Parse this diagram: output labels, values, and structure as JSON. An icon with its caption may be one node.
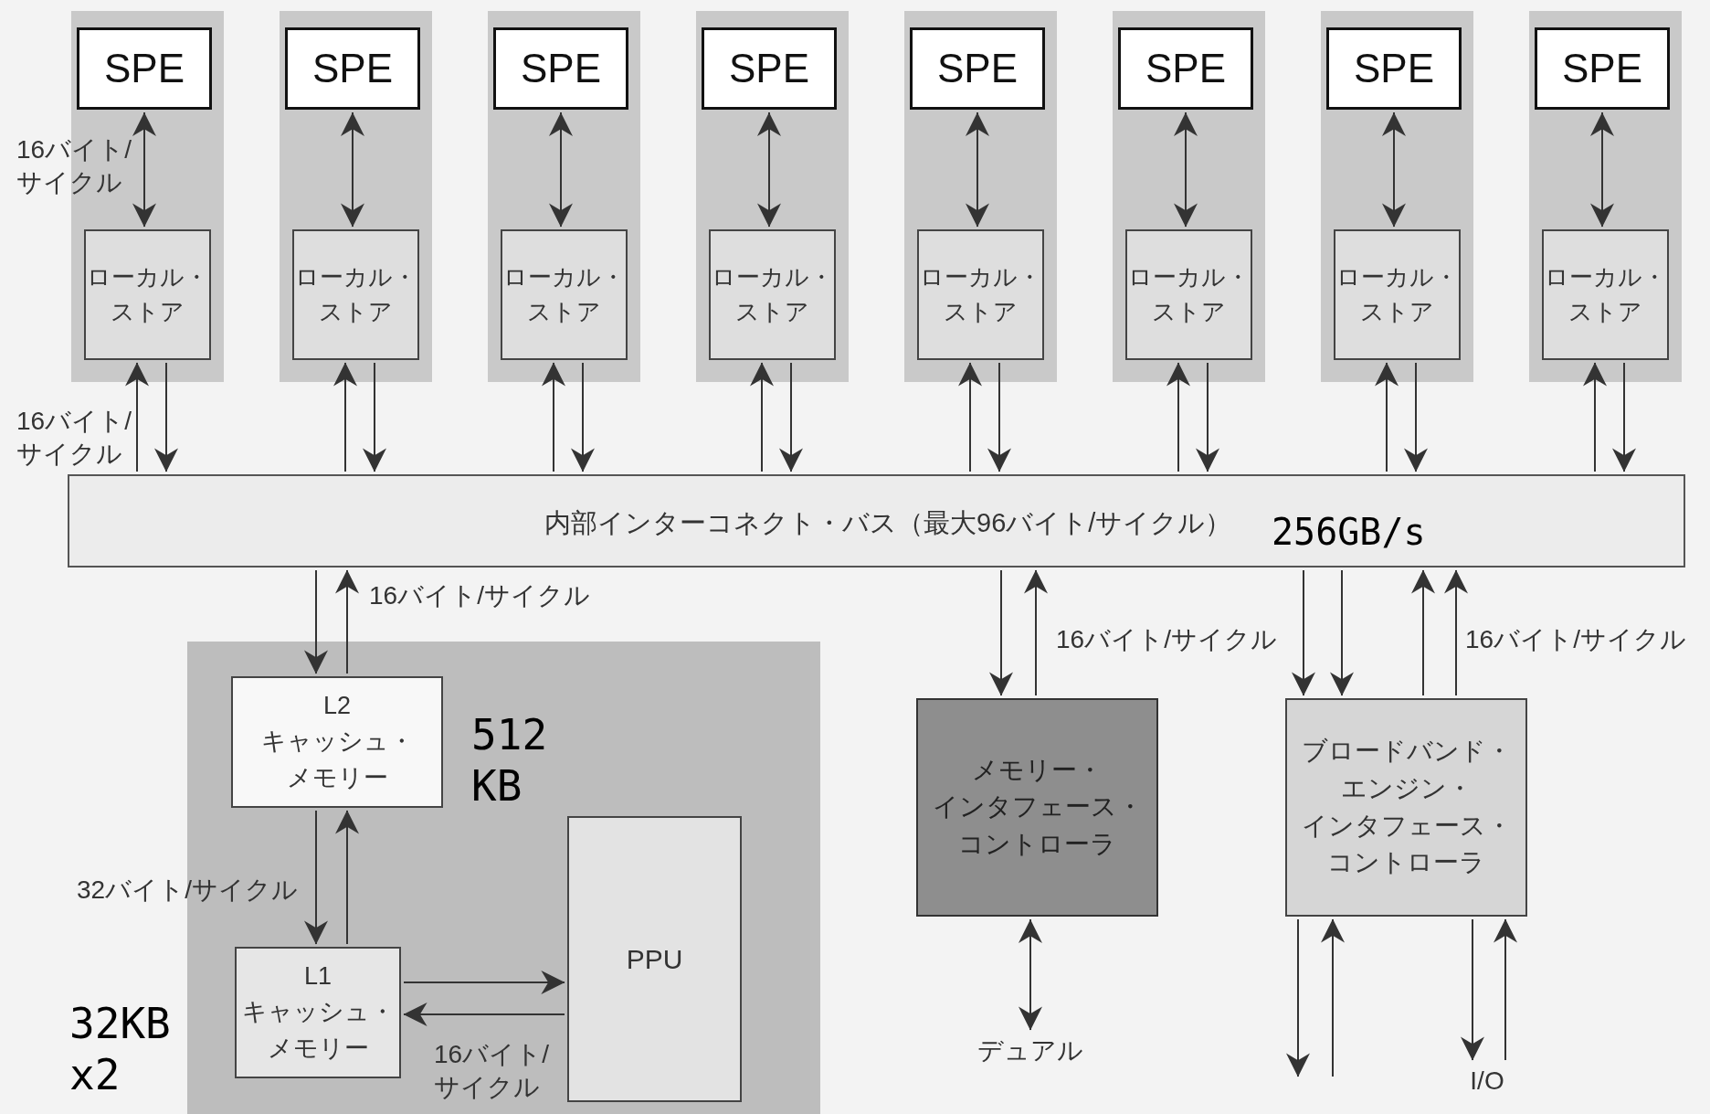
{
  "diagram": {
    "nodes": [
      {
        "text": [],
        "shape": "box"
      },
      {
        "text": [
          "SPE"
        ],
        "in": 0
      },
      {
        "text": [
          "ローカル・ストア"
        ],
        "in": 0
      },
      {
        "text": [],
        "shape": "box"
      },
      {
        "text": [
          "SPE"
        ],
        "in": 3
      },
      {
        "text": [
          "ローカル・ストア"
        ],
        "in": 3
      },
      {
        "text": [],
        "shape": "box"
      },
      {
        "text": [
          "SPE"
        ],
        "in": 6
      },
      {
        "text": [
          "ローカル・ストア"
        ],
        "in": 6
      },
      {
        "text": [],
        "shape": "box"
      },
      {
        "text": [
          "SPE"
        ],
        "in": 9
      },
      {
        "text": [
          "ローカル・ストア"
        ],
        "in": 9
      },
      {
        "text": [],
        "shape": "box"
      },
      {
        "text": [
          "SPE"
        ],
        "in": 12
      },
      {
        "text": [
          "ローカル・ストア"
        ],
        "in": 12
      },
      {
        "text": [],
        "shape": "box"
      },
      {
        "text": [
          "SPE"
        ],
        "in": 15
      },
      {
        "text": [
          "ローカル・ストア"
        ],
        "in": 15
      },
      {
        "text": [],
        "shape": "box"
      },
      {
        "text": [
          "SPE"
        ],
        "in": 18
      },
      {
        "text": [
          "ローカル・ストア"
        ],
        "in": 18
      },
      {
        "text": [],
        "shape": "box"
      },
      {
        "text": [
          "SPE"
        ],
        "in": 21
      },
      {
        "text": [
          "ローカル・ストア"
        ],
        "in": 21
      },
      {
        "text": [
          "内部インターコネクト・バス（最大96バイト/サイクル）",
          "256GB/s"
        ]
      },
      {
        "text": [],
        "shape": "box"
      },
      {
        "text": [
          "L2 キャッシュ・メモリー"
        ],
        "in": 25,
        "beside": [
          "512 KB"
        ]
      },
      {
        "text": [
          "L1 キャッシュ・メモリー"
        ],
        "in": 25,
        "beside": [
          "32KB x2"
        ]
      },
      {
        "text": [
          "PPU"
        ],
        "in": 25
      },
      {
        "text": [
          "メモリー・インタフェース・コントローラ"
        ]
      },
      {
        "text": [
          "デュアル"
        ]
      },
      {
        "text": [
          "ブロードバンド・エンジン・インタフェース・コントローラ"
        ]
      },
      {
        "text": [
          "I/O"
        ]
      }
    ],
    "edges": [
      {
        "from": 1,
        "to": 2,
        "arrow": "both"
      },
      {
        "from": 24,
        "to": 2,
        "arrow": "to"
      },
      {
        "from": 2,
        "to": 24,
        "arrow": "to"
      },
      {
        "from": 4,
        "to": 5,
        "arrow": "both"
      },
      {
        "from": 24,
        "to": 5,
        "arrow": "to"
      },
      {
        "from": 5,
        "to": 24,
        "arrow": "to"
      },
      {
        "from": 7,
        "to": 8,
        "arrow": "both"
      },
      {
        "from": 24,
        "to": 8,
        "arrow": "to"
      },
      {
        "from": 8,
        "to": 24,
        "arrow": "to"
      },
      {
        "from": 10,
        "to": 11,
        "arrow": "both"
      },
      {
        "from": 24,
        "to": 11,
        "arrow": "to"
      },
      {
        "from": 11,
        "to": 24,
        "arrow": "to"
      },
      {
        "from": 13,
        "to": 14,
        "arrow": "both"
      },
      {
        "from": 24,
        "to": 14,
        "arrow": "to"
      },
      {
        "from": 14,
        "to": 24,
        "arrow": "to"
      },
      {
        "from": 16,
        "to": 17,
        "arrow": "both"
      },
      {
        "from": 24,
        "to": 17,
        "arrow": "to"
      },
      {
        "from": 17,
        "to": 24,
        "arrow": "to"
      },
      {
        "from": 19,
        "to": 20,
        "arrow": "both"
      },
      {
        "from": 24,
        "to": 20,
        "arrow": "to"
      },
      {
        "from": 20,
        "to": 24,
        "arrow": "to"
      },
      {
        "from": 22,
        "to": 23,
        "arrow": "both"
      },
      {
        "from": 24,
        "to": 23,
        "arrow": "to"
      },
      {
        "from": 23,
        "to": 24,
        "arrow": "to"
      },
      {
        "from": 24,
        "to": 26,
        "arrow": "to"
      },
      {
        "from": 26,
        "to": 24,
        "arrow": "to"
      },
      {
        "from": 26,
        "to": 27,
        "arrow": "to"
      },
      {
        "from": 27,
        "to": 26,
        "arrow": "to"
      },
      {
        "from": 27,
        "to": 28,
        "arrow": "to"
      },
      {
        "from": 28,
        "to": 27,
        "arrow": "to"
      },
      {
        "from": 24,
        "to": 29,
        "arrow": "to"
      },
      {
        "from": 29,
        "to": 24,
        "arrow": "to"
      },
      {
        "from": 29,
        "to": 30,
        "arrow": "both"
      },
      {
        "from": 24,
        "to": 31,
        "arrow": "to"
      },
      {
        "from": 24,
        "to": 31,
        "arrow": "to"
      },
      {
        "from": 31,
        "to": 24,
        "arrow": "to"
      },
      {
        "from": 31,
        "to": 24,
        "arrow": "to"
      },
      {
        "from": 31,
        "to": null,
        "arrow": "to"
      },
      {
        "from": null,
        "to": 31,
        "arrow": "to"
      },
      {
        "from": 31,
        "to": 32,
        "arrow": "to"
      },
      {
        "from": 32,
        "to": 31,
        "arrow": "to"
      }
    ],
    "labels": [
      "16バイト/サイクル",
      "16バイト/サイクル",
      "16バイト/サイクル",
      "16バイト/サイクル",
      "16バイト/サイクル",
      "32バイト/サイクル",
      "16バイト/サイクル"
    ]
  }
}
